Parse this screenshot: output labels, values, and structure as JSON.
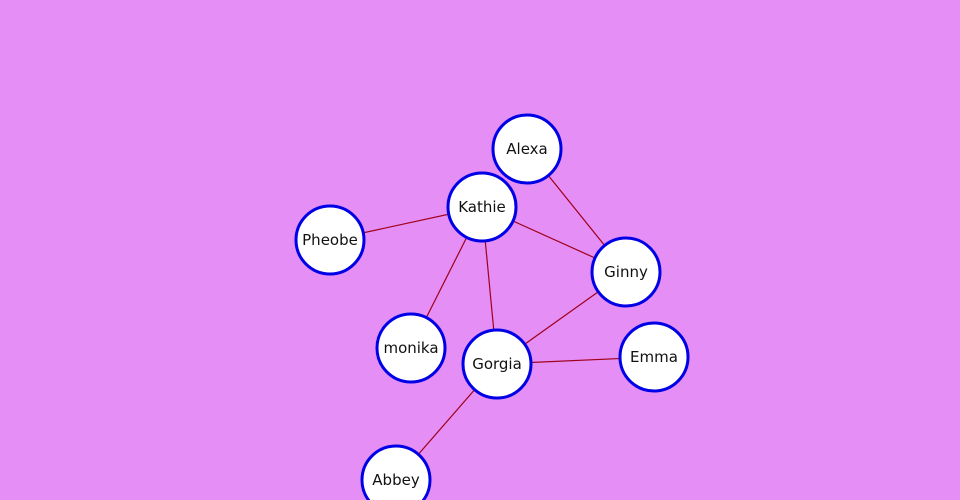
{
  "graph": {
    "colors": {
      "background": "#e48ef6",
      "node_fill": "#ffffff",
      "node_stroke": "#0000e6",
      "edge": "#a00018",
      "label": "#111111"
    },
    "nodes": [
      {
        "id": "alexa",
        "label": "Alexa"
      },
      {
        "id": "kathie",
        "label": "Kathie"
      },
      {
        "id": "pheobe",
        "label": "Pheobe"
      },
      {
        "id": "ginny",
        "label": "Ginny"
      },
      {
        "id": "monika",
        "label": "monika"
      },
      {
        "id": "gorgia",
        "label": "Gorgia"
      },
      {
        "id": "emma",
        "label": "Emma"
      },
      {
        "id": "abbey",
        "label": "Abbey"
      }
    ],
    "edges": [
      {
        "source": "alexa",
        "target": "ginny"
      },
      {
        "source": "kathie",
        "target": "pheobe"
      },
      {
        "source": "kathie",
        "target": "ginny"
      },
      {
        "source": "kathie",
        "target": "monika"
      },
      {
        "source": "kathie",
        "target": "gorgia"
      },
      {
        "source": "ginny",
        "target": "gorgia"
      },
      {
        "source": "gorgia",
        "target": "emma"
      },
      {
        "source": "gorgia",
        "target": "abbey"
      }
    ]
  }
}
